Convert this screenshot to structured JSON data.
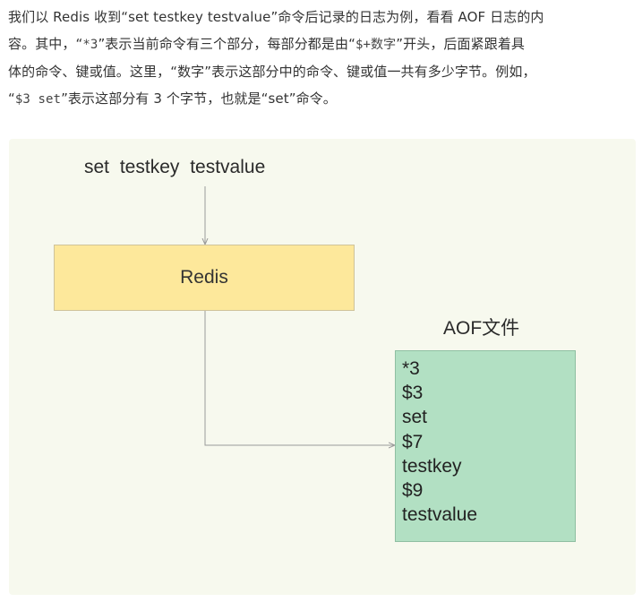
{
  "paragraph": {
    "line1": "我们以 Redis 收到“set testkey testvalue”命令后记录的日志为例，看看 AOF 日志的内",
    "line2_a": "容。其中，“",
    "line2_code": "*3",
    "line2_b": "”表示当前命令有三个部分，每部分都是由“",
    "line2_code2": "$+数字",
    "line2_c": "”开头，后面紧跟着具",
    "line3": "体的命令、键或值。这里，“数字”表示这部分中的命令、键或值一共有多少字节。例如，",
    "line4_a": "“",
    "line4_code": "$3 set",
    "line4_b": "”表示这部分有 3 个字节，也就是“set”命令。"
  },
  "diagram": {
    "command": "set testkey testvalue",
    "redis_label": "Redis",
    "aof_title": "AOF文件",
    "aof_lines": [
      "*3",
      "$3",
      "set",
      "$7",
      "testkey",
      "$9",
      "testvalue"
    ],
    "colors": {
      "background": "#f7f9ee",
      "redis_box": "#fde89b",
      "aof_box": "#b2e0c3",
      "arrow": "#9a9a9a"
    }
  }
}
